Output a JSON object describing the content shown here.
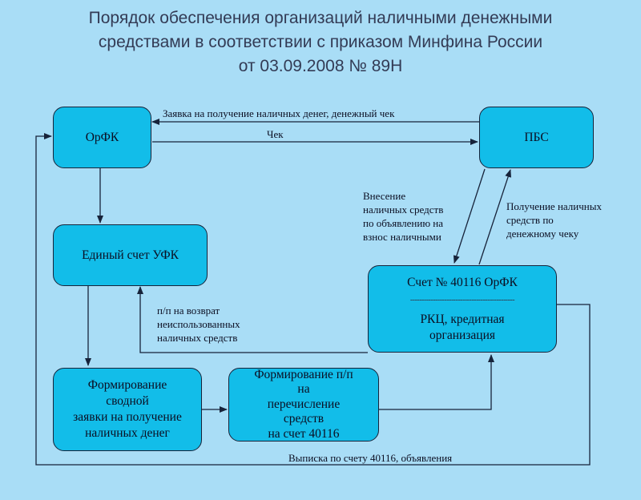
{
  "title": {
    "line1": "Порядок обеспечения организаций наличными денежными",
    "line2": "средствами в соответствии с приказом Минфина России",
    "line3": "от 03.09.2008  № 89Н"
  },
  "boxes": {
    "orfk": "ОрФК",
    "pbs": "ПБС",
    "ufk": "Единый счет УФК",
    "account": {
      "line1": "Счет № 40116 ОрФК",
      "divider": "----------------------------------------------",
      "line2": "РКЦ, кредитная",
      "line3": "организация"
    },
    "summary": {
      "line1": "Формирование",
      "line2": "сводной",
      "line3": "заявки на получение",
      "line4": "наличных денег"
    },
    "transfer": {
      "line1": "Формирование  п/п",
      "line2": "на",
      "line3": "перечисление",
      "line4": "средств",
      "line5": "на счет 40116"
    }
  },
  "labels": {
    "request": "Заявка на получение наличных денег, денежный чек",
    "cheque": "Чек",
    "deposit": [
      "Внесение",
      "наличных средств",
      "по объявлению на",
      "взнос наличными"
    ],
    "receipt": [
      "Получение наличных",
      "средств по",
      "денежному чеку"
    ],
    "refund": [
      "п/п на возврат",
      "неиспользованных",
      "наличных средств"
    ],
    "statement": "Выписка по счету 40116, объявления"
  },
  "colors": {
    "background": "#a9ddf6",
    "box_fill": "#12bde9",
    "line": "#17233a"
  }
}
